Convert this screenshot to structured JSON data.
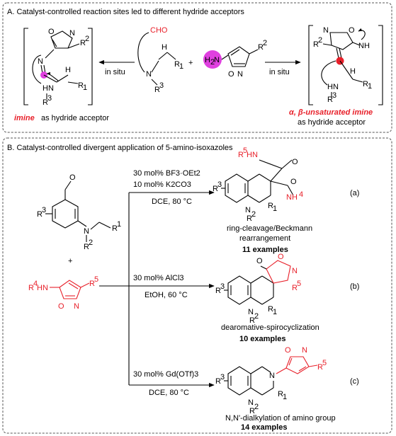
{
  "panel_a": {
    "title": "A. Catalyst-controlled reaction sites led to different hydride acceptors",
    "in_situ_left": "in situ",
    "in_situ_right": "in situ",
    "plus": "+",
    "left_caption_red": "imine",
    "left_caption_rest": " as hydride acceptor",
    "right_caption_red": "α, β-unsaturated imine",
    "right_caption_rest": "as hydride acceptor"
  },
  "panel_b": {
    "title": "B. Catalyst-controlled divergent application of 5-amino-isoxazoles",
    "plus": "+",
    "reactions": [
      {
        "cond1": "30 mol% BF3·OEt2",
        "cond2": "10 mol% K2CO3",
        "cond3": "DCE, 80 °C",
        "desc1": "ring-cleavage/Beckmann",
        "desc2": "rearrangement",
        "examples": "11 examples",
        "tag": "(a)"
      },
      {
        "cond1": "30 mol% AlCl3",
        "cond2": "EtOH, 60 °C",
        "desc1": "dearomative-spirocyclization",
        "examples": "10 examples",
        "tag": "(b)"
      },
      {
        "cond1": "30 mol% Gd(OTf)3",
        "cond2": "DCE, 80 °C",
        "desc1": "N,N'-dialkylation of amino group",
        "examples": "14 examples",
        "tag": "(c)"
      }
    ]
  },
  "colors": {
    "accent": "#e8202a",
    "highlight": "#e040e0"
  }
}
